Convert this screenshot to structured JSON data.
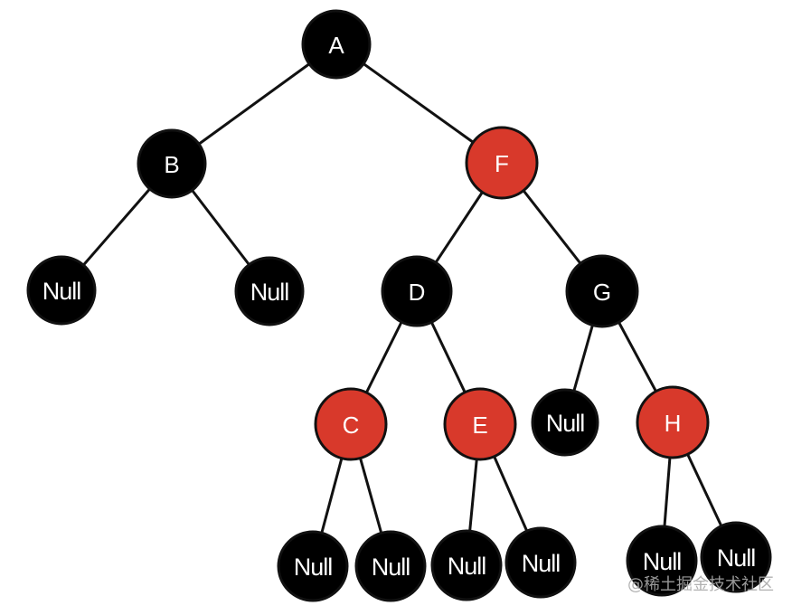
{
  "tree": {
    "colors": {
      "black_node": "#000000",
      "red_node": "#d8392b",
      "edge": "#111111",
      "label": "#ffffff"
    },
    "nodes": [
      {
        "id": "A",
        "label": "A",
        "color": "black"
      },
      {
        "id": "B",
        "label": "B",
        "color": "black"
      },
      {
        "id": "F",
        "label": "F",
        "color": "red"
      },
      {
        "id": "B_left_null",
        "label": "Null",
        "color": "black"
      },
      {
        "id": "B_right_null",
        "label": "Null",
        "color": "black"
      },
      {
        "id": "D",
        "label": "D",
        "color": "black"
      },
      {
        "id": "G",
        "label": "G",
        "color": "black"
      },
      {
        "id": "C",
        "label": "C",
        "color": "red"
      },
      {
        "id": "E",
        "label": "E",
        "color": "red"
      },
      {
        "id": "G_left_null",
        "label": "Null",
        "color": "black"
      },
      {
        "id": "H",
        "label": "H",
        "color": "red"
      },
      {
        "id": "C_left_null",
        "label": "Null",
        "color": "black"
      },
      {
        "id": "C_right_null",
        "label": "Null",
        "color": "black"
      },
      {
        "id": "E_left_null",
        "label": "Null",
        "color": "black"
      },
      {
        "id": "E_right_null",
        "label": "Null",
        "color": "black"
      },
      {
        "id": "H_left_null",
        "label": "Null",
        "color": "black"
      },
      {
        "id": "H_right_null",
        "label": "Null",
        "color": "black"
      }
    ],
    "edges": [
      {
        "from": "A",
        "to": "B"
      },
      {
        "from": "A",
        "to": "F"
      },
      {
        "from": "B",
        "to": "B_left_null"
      },
      {
        "from": "B",
        "to": "B_right_null"
      },
      {
        "from": "F",
        "to": "D"
      },
      {
        "from": "F",
        "to": "G"
      },
      {
        "from": "D",
        "to": "C"
      },
      {
        "from": "D",
        "to": "E"
      },
      {
        "from": "G",
        "to": "G_left_null"
      },
      {
        "from": "G",
        "to": "H"
      },
      {
        "from": "C",
        "to": "C_left_null"
      },
      {
        "from": "C",
        "to": "C_right_null"
      },
      {
        "from": "E",
        "to": "E_left_null"
      },
      {
        "from": "E",
        "to": "E_right_null"
      },
      {
        "from": "H",
        "to": "H_left_null"
      },
      {
        "from": "H",
        "to": "H_right_null"
      }
    ]
  },
  "watermark": {
    "text": "@稀土掘金技术社区"
  }
}
